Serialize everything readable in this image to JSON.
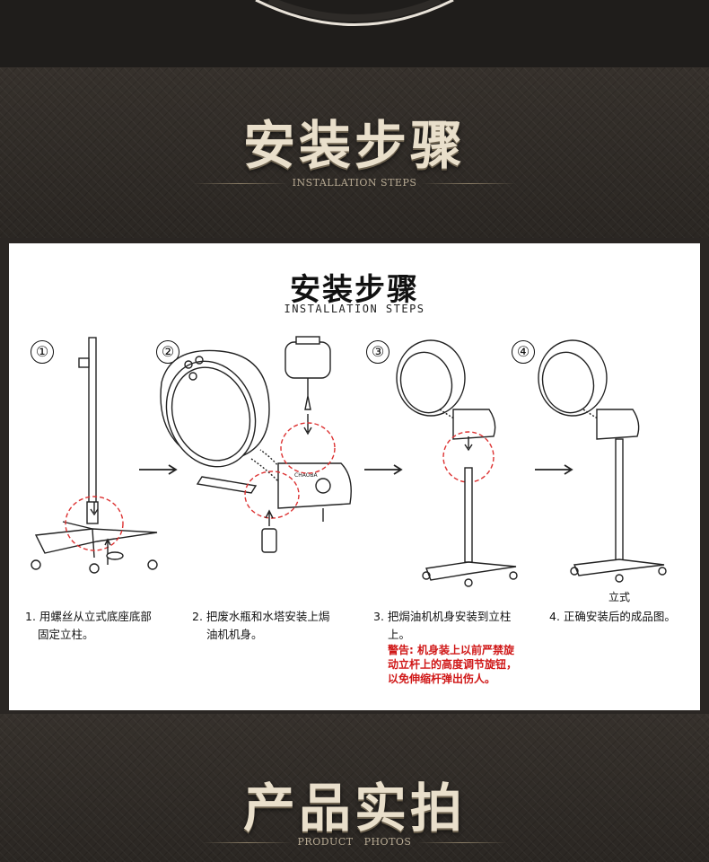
{
  "header_installation": {
    "title": "安装步骤",
    "subtitle": "INSTALLATION STEPS"
  },
  "card": {
    "title": "安装步骤",
    "subtitle": "INSTALLATION STEPS",
    "steps": [
      {
        "number": "①",
        "caption_lines": [
          "1. 用螺丝从立式底座底部",
          "固定立柱。"
        ]
      },
      {
        "number": "②",
        "caption_lines": [
          "2. 把废水瓶和水塔安装上焗",
          "油机机身。"
        ]
      },
      {
        "number": "③",
        "caption_lines": [
          "3. 把焗油机机身安装到立柱",
          "上。"
        ],
        "warning_lines": [
          "警告: 机身装上以前严禁旋",
          "动立杆上的高度调节旋钮，",
          "以免伸缩杆弹出伤人。"
        ]
      },
      {
        "number": "④",
        "caption_lines": [
          "4. 正确安装后的成品图。"
        ],
        "figure_label": "立式"
      }
    ]
  },
  "header_photos": {
    "title": "产品实拍",
    "subtitle": "PRODUCT   PHOTOS"
  },
  "colors": {
    "warning": "#d01818",
    "gold_text": "#e9dfcb",
    "band": "#2f2b27"
  }
}
